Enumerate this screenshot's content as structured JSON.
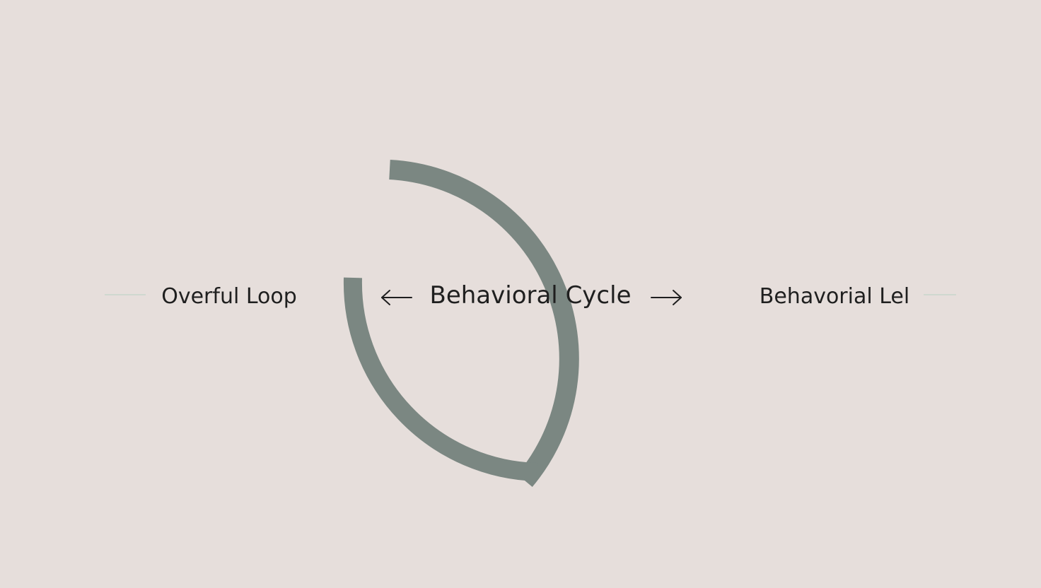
{
  "diagram": {
    "left_label": "Overful Loop",
    "center_label": "Behavioral Cycle",
    "right_label": "Behavorial Lel",
    "colors": {
      "background": "#e6dedb",
      "ring": "#7b8782",
      "text": "#1f1f1f",
      "faint_rule": "#cfd8cf"
    },
    "icons": [
      "arrow-left-icon",
      "arrow-right-icon"
    ]
  }
}
